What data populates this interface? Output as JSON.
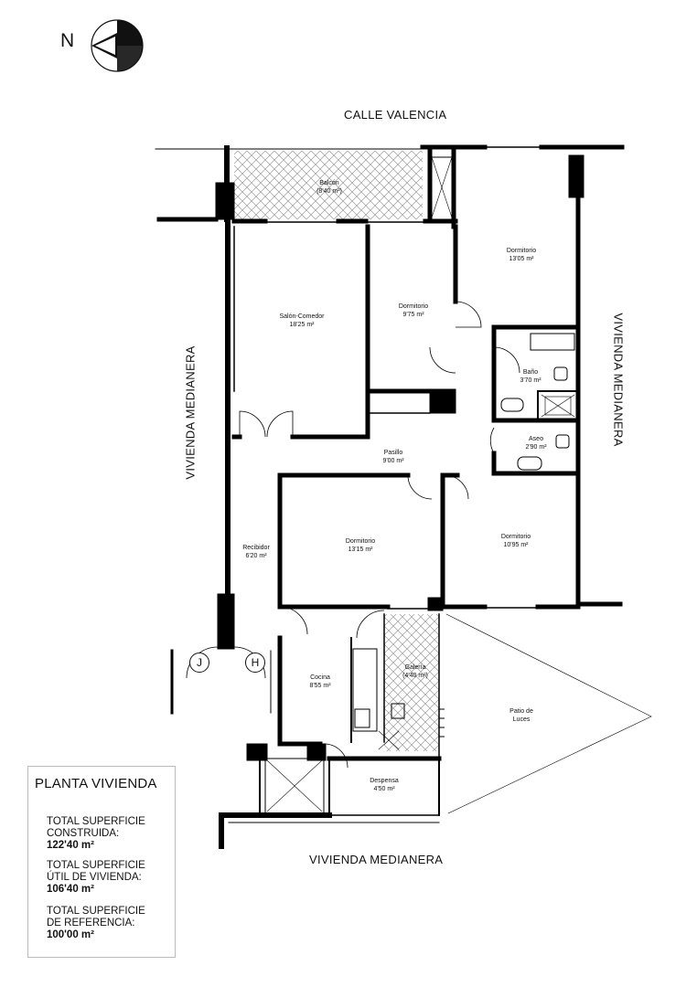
{
  "compass": {
    "north_label": "N"
  },
  "streets": {
    "top": "CALLE VALENCIA",
    "left": "VIVIENDA MEDIANERA",
    "right": "VIVIENDA MEDIANERA",
    "bottom": "VIVIENDA MEDIANERA"
  },
  "rooms": {
    "balcon": {
      "name": "Balcón",
      "area": "(8'40 m²)"
    },
    "dormitorio_ne": {
      "name": "Dormitorio",
      "area": "13'05 m²"
    },
    "salon": {
      "name": "Salón-Comedor",
      "area": "18'25 m²"
    },
    "dormitorio_n": {
      "name": "Dormitorio",
      "area": "9'75 m²"
    },
    "bano": {
      "name": "Baño",
      "area": "3'70 m²"
    },
    "aseo": {
      "name": "Aseo",
      "area": "2'90 m²"
    },
    "pasillo": {
      "name": "Pasillo",
      "area": "9'00 m²"
    },
    "recibidor": {
      "name": "Recibidor",
      "area": "6'20 m²"
    },
    "dormitorio_c": {
      "name": "Dormitorio",
      "area": "13'15 m²"
    },
    "dormitorio_e": {
      "name": "Dormitorio",
      "area": "10'95 m²"
    },
    "cocina": {
      "name": "Cocina",
      "area": "8'55 m²"
    },
    "galeria": {
      "name": "Galería",
      "area": "(4'40 m²)"
    },
    "patio": {
      "name": "Patio de",
      "name2": "Luces"
    },
    "despensa": {
      "name": "Despensa",
      "area": "4'50 m²"
    }
  },
  "entrances": {
    "left": "J",
    "right": "H"
  },
  "summary": {
    "title": "PLANTA VIVIENDA",
    "built_label_1": "TOTAL SUPERFICIE",
    "built_label_2": "CONSTRUIDA:",
    "built_value": "122'40 m²",
    "useful_label_1": "TOTAL SUPERFICIE",
    "useful_label_2": "ÚTIL DE VIVIENDA:",
    "useful_value": "106'40 m²",
    "ref_label_1": "TOTAL SUPERFICIE",
    "ref_label_2": "DE REFERENCIA:",
    "ref_value": "100'00 m²"
  }
}
